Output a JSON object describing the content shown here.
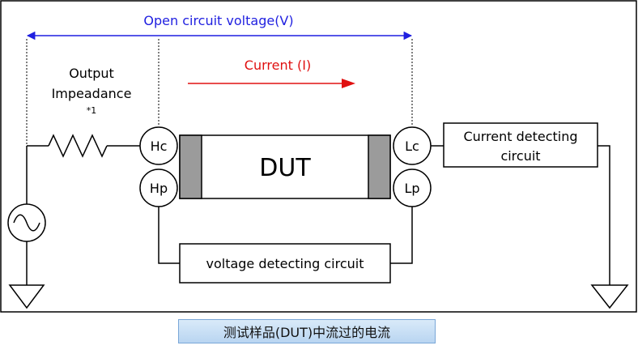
{
  "labels": {
    "open_circuit_voltage": "Open circuit voltage(V)",
    "current": "Current (I)",
    "output": "Output",
    "impedance": "Impeadance",
    "footnote": "*1",
    "hc": "Hc",
    "hp": "Hp",
    "lc": "Lc",
    "lp": "Lp",
    "dut": "DUT",
    "current_detecting_line1": "Current detecting",
    "current_detecting_line2": "circuit",
    "voltage_detecting": "voltage detecting circuit"
  },
  "caption": "测试样品(DUT)中流过的电流",
  "colors": {
    "voltage_label": "#1f1fe0",
    "current_label": "#e01010",
    "terminal_grey": "#9b9b9b",
    "line": "#000000"
  }
}
